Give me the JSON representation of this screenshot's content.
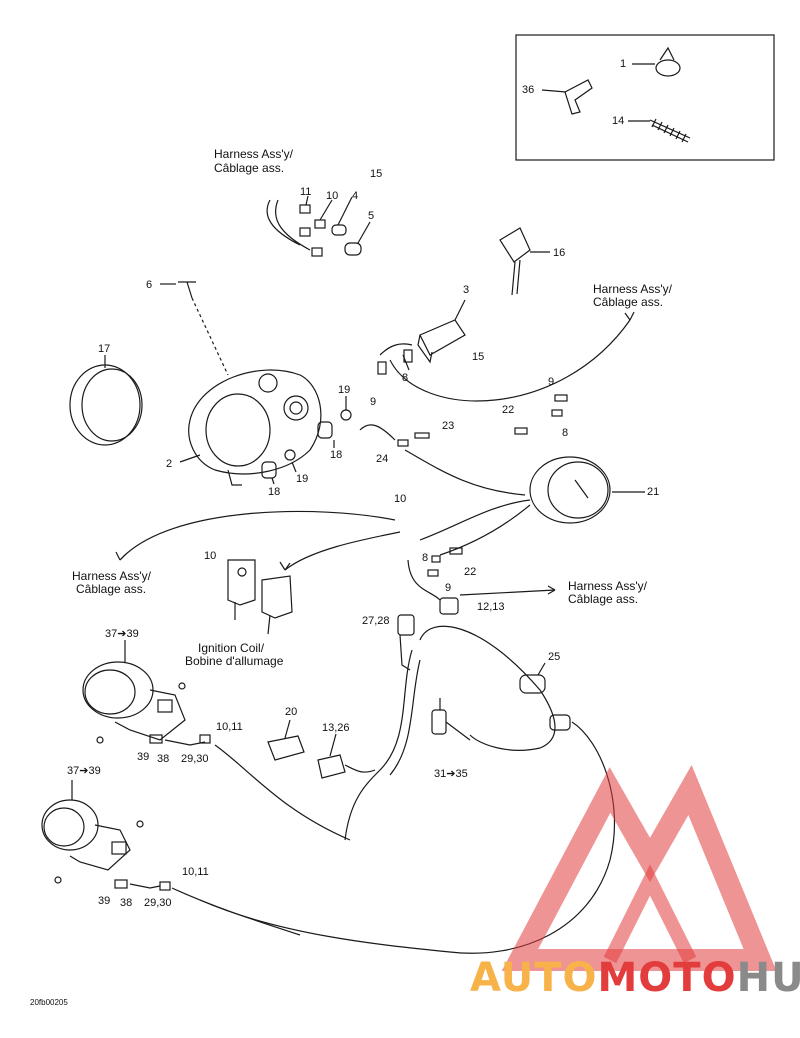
{
  "inset_parts": {
    "p1": "1",
    "p36": "36",
    "p14": "14"
  },
  "harness": {
    "en": "Harness Ass'y/",
    "fr": "Câblage ass."
  },
  "ignition_coil": {
    "en": "Ignition Coil/",
    "fr": "Bobine d'allumage"
  },
  "part_numbers": {
    "n2": "2",
    "n3": "3",
    "n4": "4",
    "n5": "5",
    "n6": "6",
    "n8a": "8",
    "n8b": "8",
    "n8c": "8",
    "n9a": "9",
    "n9b": "9",
    "n9c": "9",
    "n10a": "10",
    "n10b": "10",
    "n10c": "10",
    "n11": "11",
    "n15a": "15",
    "n15b": "15",
    "n16": "16",
    "n17": "17",
    "n18a": "18",
    "n18b": "18",
    "n19a": "19",
    "n19b": "19",
    "n20": "20",
    "n21": "21",
    "n22a": "22",
    "n22b": "22",
    "n23": "23",
    "n24": "24",
    "n25": "25",
    "n1213": "12,13",
    "n2728": "27,28",
    "n1326": "13,26",
    "n3135": "31➔35",
    "n3739a": "37➔39",
    "n3739b": "37➔39",
    "n39a": "39",
    "n38a": "38",
    "n2930a": "29,30",
    "n1011a": "10,11",
    "n39b": "39",
    "n38b": "38",
    "n2930b": "29,30",
    "n1011b": "10,11"
  },
  "drawing_code": "20fb00205",
  "watermark": {
    "part1": "AUTO",
    "part2": "MOTO",
    "part3": "HUB"
  },
  "colors": {
    "line": "#1a1a1a",
    "logo_red": "#e23c3c",
    "logo_orange": "#f7b24a",
    "logo_grey": "#8a8a8a"
  }
}
